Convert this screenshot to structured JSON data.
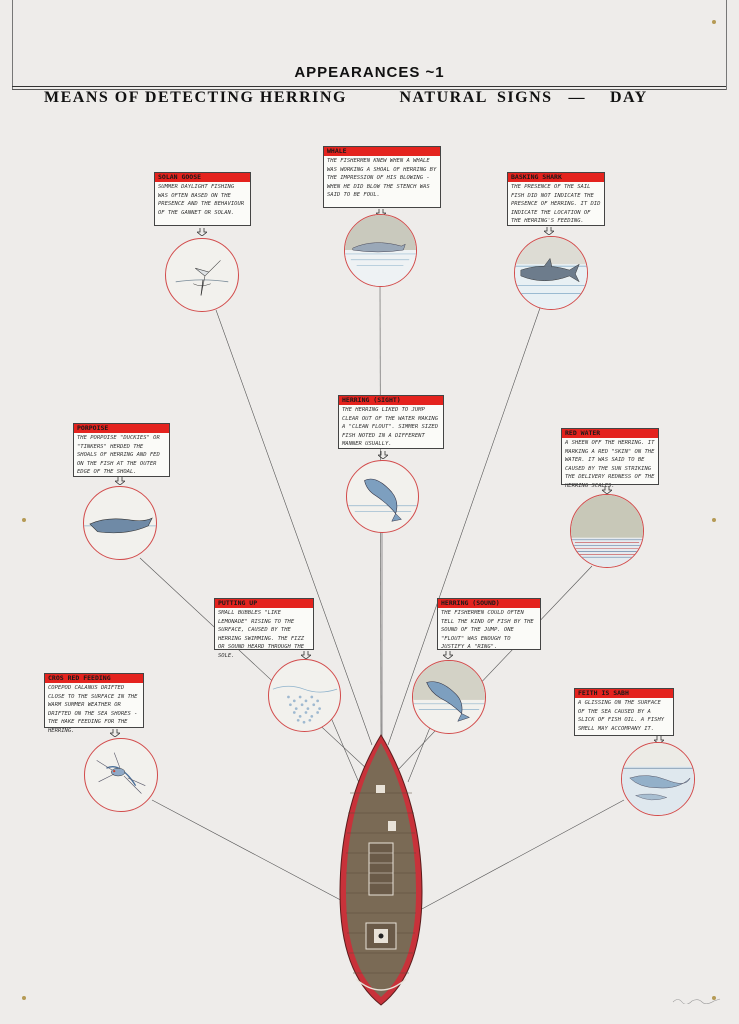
{
  "header": {
    "title": "APPEARANCES ~1",
    "subtitle_part1": "MEANS OF DETECTING HERRING",
    "subtitle_part2": "NATURAL",
    "subtitle_part3": "SIGNS",
    "subtitle_dash": "—",
    "subtitle_part4": "DAY"
  },
  "labels": {
    "solan": {
      "title": "SOLAN GOOSE",
      "text": "SUMMER DAYLIGHT FISHING WAS OFTEN BASED ON THE PRESENCE AND THE BEHAVIOUR OF THE GANNET OR SOLAN."
    },
    "whale": {
      "title": "WHALE",
      "text": "THE FISHERMEN KNEW WHEN A WHALE WAS WORKING A SHOAL OF HERRING BY THE IMPRESSION OF HIS BLOWING - WHEN HE DID BLOW THE STENCH WAS SAID TO BE FOUL."
    },
    "shark": {
      "title": "BASKING SHARK",
      "text": "THE PRESENCE OF THE SAIL FISH DID NOT INDICATE THE PRESENCE OF HERRING. IT DID INDICATE THE LOCATION OF THE HERRING'S FEEDING."
    },
    "herring_sight": {
      "title": "HERRING (sight)",
      "text": "THE HERRING LIKED TO JUMP CLEAR OUT OF THE WATER MAKING A \"CLEAN FLOUT\". SIMMER SIZED FISH NOTED IN A DIFFERENT MANNER USUALLY."
    },
    "porpoise": {
      "title": "PORPOISE",
      "text": "THE PORPOISE \"DUCKIES\" OR \"TINKERS\" HERDED THE SHOALS OF HERRING AND FED ON THE FISH AT THE OUTER EDGE OF THE SHOAL."
    },
    "redwater": {
      "title": "RED WATER",
      "text": "A SHEEN OFF THE HERRING. IT MARKING A RED \"SKIN\" ON THE WATER. IT WAS SAID TO BE CAUSED BY THE SUN STRIKING THE DELIVERY REDNESS OF THE HERRING SCALES."
    },
    "putting": {
      "title": "PUTTING UP",
      "text": "SMALL BUBBLES \"LIKE LEMONADE\" RISING TO THE SURFACE, CAUSED BY THE HERRING SWIMMING. THE FIZZ OR SOUND HEARD THROUGH THE SOLE."
    },
    "herring_sound": {
      "title": "HERRING (sound)",
      "text": "THE FISHERMEN COULD OFTEN TELL THE KIND OF FISH BY THE SOUND OF THE JUMP. ONE \"FLOUT\" WAS ENOUGH TO JUSTIFY A \"RING\"."
    },
    "feeding": {
      "title": "CROS RED FEEDING",
      "text": "COPEPOD CALANUS DRIFTED CLOSE TO THE SURFACE IN THE WARM SUMMER WEATHER OR DRIFTED ON THE SEA SHORES - THE HAKE FEEDING FOR THE HERRING."
    },
    "feith": {
      "title": "FEITH IS SABH",
      "text": "A GLISSING ON THE SURFACE OF THE SEA CAUSED BY A SLICK OF FISH OIL. A FISHY SMELL MAY ACCOMPANY IT."
    }
  },
  "icons": {
    "solan": "gannet-diving-icon",
    "whale": "whale-icon",
    "shark": "basking-shark-icon",
    "herring_sight": "herring-jumping-icon",
    "porpoise": "porpoise-icon",
    "redwater": "red-water-icon",
    "putting": "bubbles-icon",
    "herring_sound": "herring-jumping-icon",
    "feeding": "copepod-icon",
    "feith": "oil-slick-icon",
    "boat": "fishing-boat-icon"
  },
  "colors": {
    "paper": "#eeecea",
    "label_red": "#e4231e",
    "disc_border": "#d24b4b",
    "hull_red": "#c8323a",
    "deck_brown": "#7a6a55",
    "sea_blue": "#8fb3cc"
  }
}
